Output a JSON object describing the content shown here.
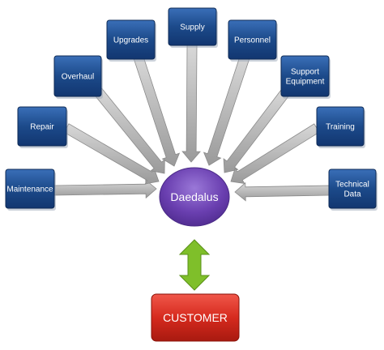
{
  "colors": {
    "box_fill": "#1c4a8a",
    "box_stroke": "#0e2a55",
    "hub_fill": "#6a3fb0",
    "customer_fill": "#d62a1e",
    "arrow_gray": "#b9b9b9",
    "arrow_green": "#7fbf2a"
  },
  "hub": {
    "label": "Daedalus"
  },
  "customer": {
    "label": "CUSTOMER"
  },
  "sources": [
    {
      "lines": [
        "Maintenance"
      ]
    },
    {
      "lines": [
        "Repair"
      ]
    },
    {
      "lines": [
        "Overhaul"
      ]
    },
    {
      "lines": [
        "Upgrades"
      ]
    },
    {
      "lines": [
        "Supply"
      ]
    },
    {
      "lines": [
        "Personnel"
      ]
    },
    {
      "lines": [
        "Support",
        "Equipment"
      ]
    },
    {
      "lines": [
        "Training"
      ]
    },
    {
      "lines": [
        "Technical",
        "Data"
      ]
    }
  ]
}
